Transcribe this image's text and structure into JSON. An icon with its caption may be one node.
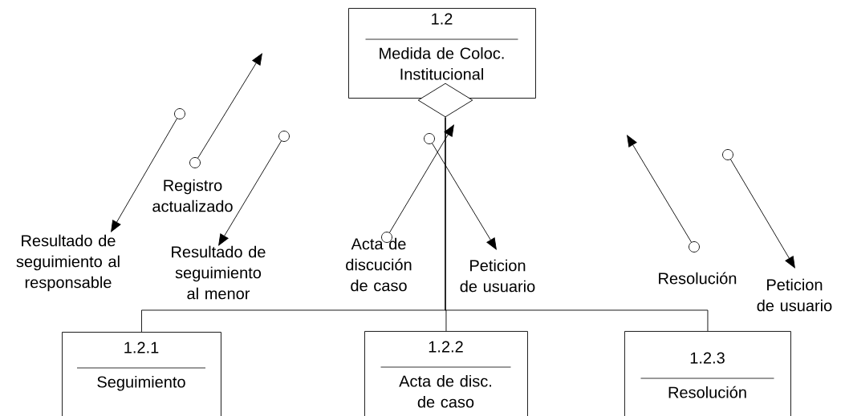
{
  "diagram": {
    "nodes": [
      {
        "text": [
          "1.2",
          "Medida de Coloc. Institucional"
        ]
      },
      {
        "text": [],
        "shape": "diamond"
      },
      {
        "text": [
          "1.2.1",
          "Seguimiento"
        ]
      },
      {
        "text": [
          "1.2.2",
          "Acta de disc. de caso"
        ]
      },
      {
        "text": [
          "1.2.3",
          "Resolución"
        ]
      }
    ],
    "edges": [
      {
        "from": 1,
        "to": 2,
        "arrow": "none"
      },
      {
        "from": 1,
        "to": 3,
        "arrow": "none"
      },
      {
        "from": 1,
        "to": 4,
        "arrow": "none"
      }
    ],
    "labels": [
      "Registro actualizado",
      "Resultado de seguimiento al responsable",
      "Resultado de seguimiento al menor",
      "Acta de discución de caso",
      "Peticion de usuario",
      "Resolución",
      "Peticion de usuario"
    ]
  }
}
